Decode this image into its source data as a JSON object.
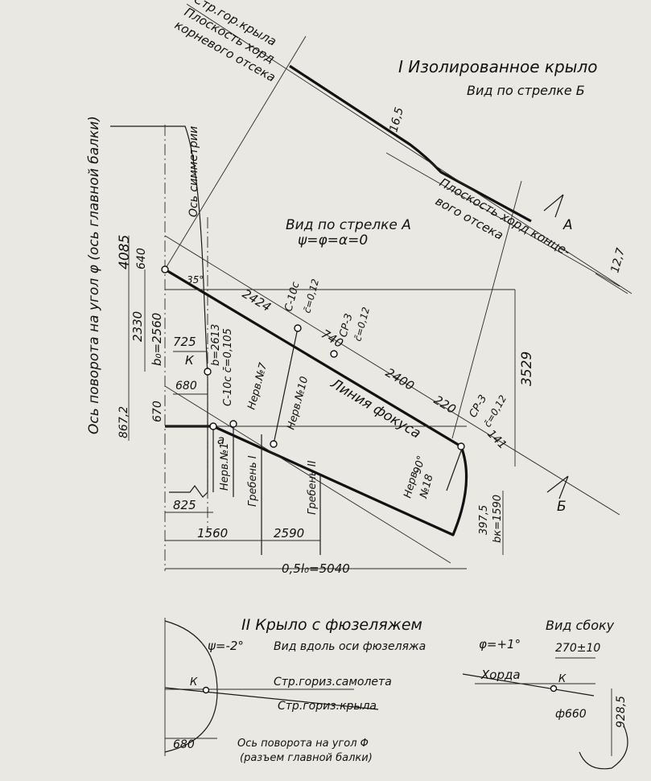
{
  "title": {
    "section1": "I  Изолированное крыло",
    "view_b": "Вид по стрелке Б",
    "view_a": "Вид по стрелке А",
    "angles": "ψ=φ=α=0",
    "section2": "II  Крыло с фюзеляжем",
    "side_view": "Вид сбоку",
    "view_fuselage": "Вид вдоль оси фюзеляжа"
  },
  "labels": {
    "str_gor_kryla": "Стр.гор.крыла",
    "plane_root_1": "Плоскость хорд",
    "plane_root_2": "корневого отсека",
    "plane_tip_1": "Плоскость хорд конце-",
    "plane_tip_2": "вого отсека",
    "axis_rot_1": "Ось поворота на угол φ (ось главной балки)",
    "axis_sym": "Ось симметрии",
    "focus_line": "Линия фокуса",
    "nerv1": "Нерв.№1",
    "nerv7": "Нерв.№7",
    "nerv10": "Нерв.№10",
    "nerv18a": "Нерв.",
    "nerv18b": "№18",
    "greben1": "Гребень I",
    "greben2": "Гребень II",
    "k": "К",
    "a": "а",
    "arrow_a": "А",
    "arrow_b": "Б",
    "prof1": "С-10с  c̄=0,105",
    "prof1b": "b=2613",
    "prof2": "С-10с",
    "prof2c": "c̄=0,12",
    "prof3": "СР-3",
    "prof3c": "c̄=0,12",
    "prof4": "СР-3",
    "prof4c": "c̄=0,12",
    "str_gor_samoleta": "Стр.гориз.самолета",
    "str_gor_kryla2": "Стр.гориз.крыла",
    "horda": "Хорда",
    "axis_rot_2a": "Ось поворота на угол Φ",
    "axis_rot_2b": "(разъем главной балки)"
  },
  "dims": {
    "d16_5": "16,5",
    "d12_7": "12,7",
    "d640": "640",
    "d4085": "4085",
    "d2330": "2330",
    "b0": "b₀=2560",
    "d725": "725",
    "d680": "680",
    "d670": "670",
    "d867": "867,2",
    "d2424": "2424",
    "d740": "740",
    "d2400": "2400",
    "d220": "220",
    "d3529": "3529",
    "d141": "141",
    "d397": "397,5",
    "bk": "bк=1590",
    "a35": "35°",
    "a90": "90°",
    "d825": "825",
    "d1560": "1560",
    "d2590": "2590",
    "half_span": "0,5l₀=5040",
    "psi_m2": "ψ=-2°",
    "phi_p1": "φ=+1°",
    "d270": "270±10",
    "d660": "ф660",
    "d928": "928,5",
    "d680b": "680"
  }
}
